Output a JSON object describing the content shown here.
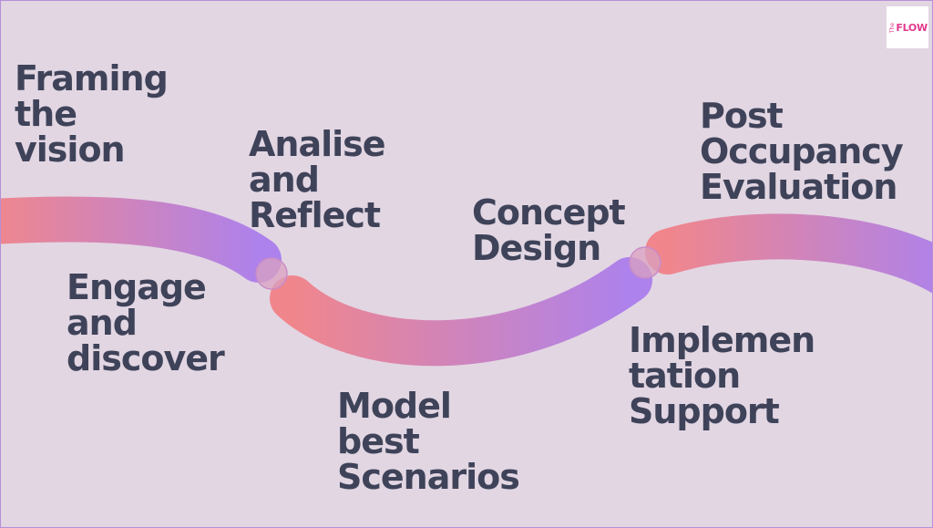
{
  "brand": {
    "small": "The",
    "word": "FLOW"
  },
  "colors": {
    "background": "#e2d6e3",
    "text": "#3f4359",
    "coral": "#f0868c",
    "violet": "#ad82ec",
    "brand": "#e23a8c"
  },
  "stages": [
    {
      "lines": [
        "Framing",
        "the",
        "vision"
      ]
    },
    {
      "lines": [
        "Engage",
        "and",
        "discover"
      ]
    },
    {
      "lines": [
        "Analise",
        "and",
        "Reflect"
      ]
    },
    {
      "lines": [
        "Model",
        "best",
        "Scenarios"
      ]
    },
    {
      "lines": [
        "Concept",
        "Design"
      ]
    },
    {
      "lines": [
        "Implemen",
        "tation",
        "Support"
      ]
    },
    {
      "lines": [
        "Post",
        "Occupancy",
        "Evaluation"
      ]
    }
  ]
}
